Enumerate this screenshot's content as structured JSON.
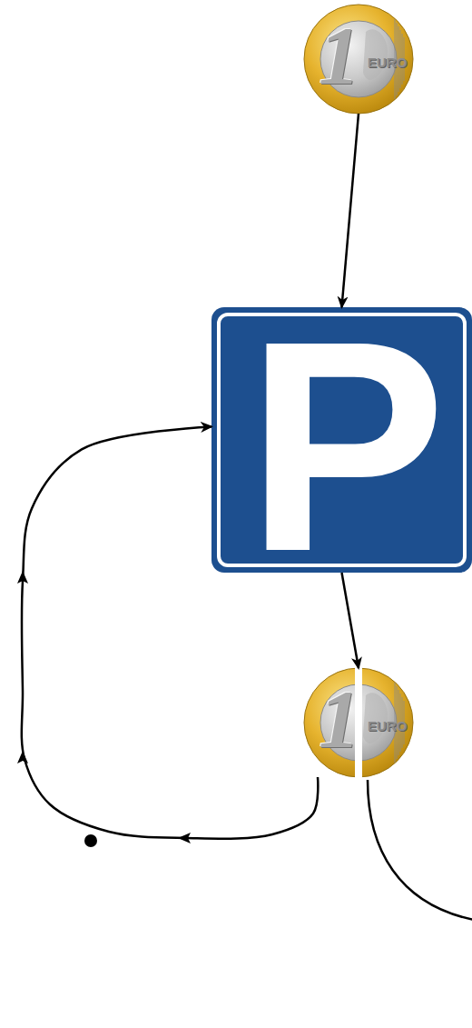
{
  "diagram": {
    "nodes": [
      {
        "text": [
          "1",
          "EURO"
        ]
      },
      {
        "text": [
          "P"
        ]
      },
      {
        "text": [
          "1",
          "EURO"
        ]
      }
    ],
    "edges": [
      {
        "from": 0,
        "to": 1,
        "arrow": "to"
      },
      {
        "from": 1,
        "to": 2,
        "arrow": "to"
      },
      {
        "from": 2,
        "to": 1,
        "arrow": "to"
      }
    ]
  }
}
